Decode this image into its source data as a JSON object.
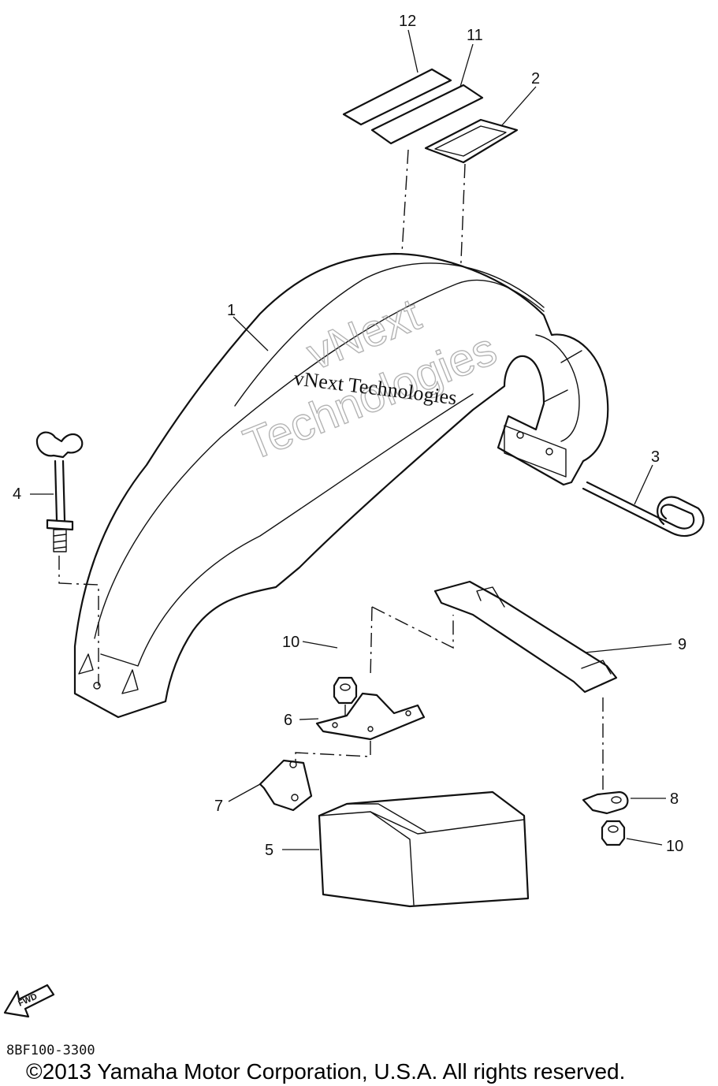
{
  "watermark": {
    "line1": "vNext",
    "line2": "Technologies",
    "serif_line": "vNext Technologies"
  },
  "fwd_label": "FWD",
  "callouts": {
    "c1": "1",
    "c2": "2",
    "c3": "3",
    "c4": "4",
    "c5": "5",
    "c6": "6",
    "c7": "7",
    "c8": "8",
    "c9": "9",
    "c10a": "10",
    "c10b": "10",
    "c11": "11",
    "c12": "12"
  },
  "footer": {
    "part_code": "8BF100-3300",
    "copyright": "©2013 Yamaha Motor Corporation, U.S.A. All rights reserved."
  }
}
